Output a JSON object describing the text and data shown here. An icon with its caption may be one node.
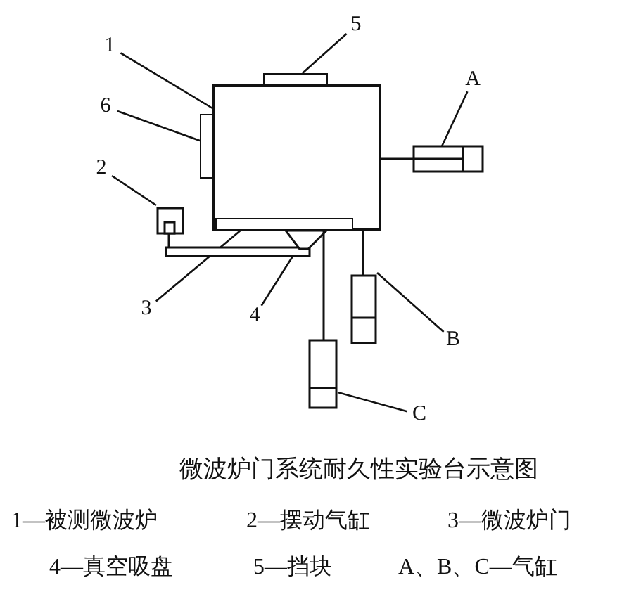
{
  "diagram": {
    "caption": "微波炉门系统耐久性实验台示意图",
    "nodes": [
      {
        "text": [],
        "shape": "box"
      },
      {
        "text": [],
        "shape": "bar",
        "in": 0
      },
      {
        "text": [],
        "shape": "bar"
      },
      {
        "text": [],
        "shape": "bar"
      },
      {
        "text": [],
        "shape": "box"
      },
      {
        "text": [],
        "shape": "trapezoid"
      },
      {
        "text": [],
        "shape": "box"
      },
      {
        "text": [],
        "shape": "box"
      },
      {
        "text": [],
        "shape": "box"
      },
      {
        "text": [
          "5"
        ]
      },
      {
        "text": [
          "1"
        ]
      },
      {
        "text": [
          "A"
        ]
      },
      {
        "text": [
          "6"
        ]
      },
      {
        "text": [
          "2"
        ]
      },
      {
        "text": [
          "3"
        ]
      },
      {
        "text": [
          "4"
        ]
      },
      {
        "text": [
          "B"
        ]
      },
      {
        "text": [
          "C"
        ]
      }
    ],
    "edges": [
      {
        "from": 9,
        "to": 2,
        "arrow": "none"
      },
      {
        "from": 10,
        "to": 0,
        "arrow": "none"
      },
      {
        "from": 11,
        "to": 6,
        "arrow": "none"
      },
      {
        "from": 12,
        "to": 3,
        "arrow": "none"
      },
      {
        "from": 13,
        "to": 4,
        "arrow": "none"
      },
      {
        "from": 14,
        "to": 1,
        "arrow": "none"
      },
      {
        "from": 15,
        "to": 5,
        "arrow": "none"
      },
      {
        "from": 16,
        "to": 7,
        "arrow": "none"
      },
      {
        "from": 17,
        "to": 8,
        "arrow": "none"
      }
    ],
    "labels": [
      "1—被测微波炉",
      "2—摆动气缸",
      "3—微波炉门",
      "4—真空吸盘",
      "5—挡块",
      "A、B、C—气缸"
    ]
  }
}
